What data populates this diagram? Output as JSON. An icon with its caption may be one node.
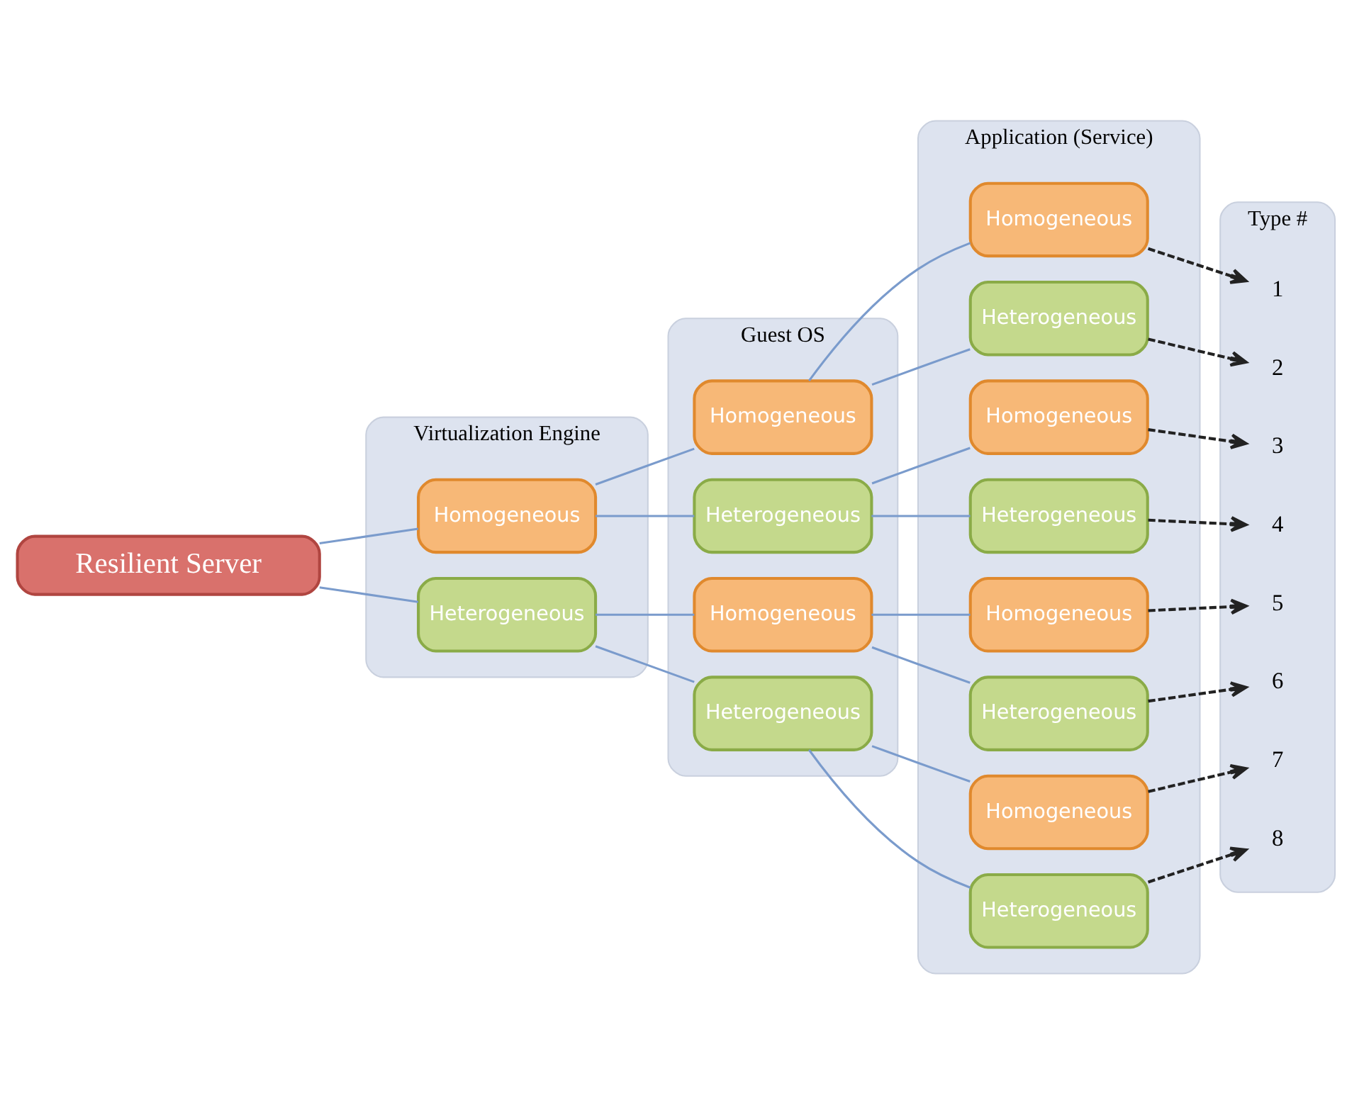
{
  "diagram": {
    "nodes": [
      {
        "text": [
          "Resilient Server"
        ]
      },
      {
        "text": [
          "Virtualization Engine"
        ]
      },
      {
        "text": [
          "Homogeneous"
        ],
        "in": 1
      },
      {
        "text": [
          "Heterogeneous"
        ],
        "in": 1
      },
      {
        "text": [
          "Guest OS"
        ]
      },
      {
        "text": [
          "Homogeneous"
        ],
        "in": 4
      },
      {
        "text": [
          "Heterogeneous"
        ],
        "in": 4
      },
      {
        "text": [
          "Homogeneous"
        ],
        "in": 4
      },
      {
        "text": [
          "Heterogeneous"
        ],
        "in": 4
      },
      {
        "text": [
          "Application (Service)"
        ]
      },
      {
        "text": [
          "Homogeneous"
        ],
        "in": 9
      },
      {
        "text": [
          "Heterogeneous"
        ],
        "in": 9
      },
      {
        "text": [
          "Homogeneous"
        ],
        "in": 9
      },
      {
        "text": [
          "Heterogeneous"
        ],
        "in": 9
      },
      {
        "text": [
          "Homogeneous"
        ],
        "in": 9
      },
      {
        "text": [
          "Heterogeneous"
        ],
        "in": 9
      },
      {
        "text": [
          "Homogeneous"
        ],
        "in": 9
      },
      {
        "text": [
          "Heterogeneous"
        ],
        "in": 9
      },
      {
        "text": [
          "Type #"
        ]
      },
      {
        "text": [
          "1"
        ],
        "in": 18
      },
      {
        "text": [
          "2"
        ],
        "in": 18
      },
      {
        "text": [
          "3"
        ],
        "in": 18
      },
      {
        "text": [
          "4"
        ],
        "in": 18
      },
      {
        "text": [
          "5"
        ],
        "in": 18
      },
      {
        "text": [
          "6"
        ],
        "in": 18
      },
      {
        "text": [
          "7"
        ],
        "in": 18
      },
      {
        "text": [
          "8"
        ],
        "in": 18
      }
    ],
    "edges": [
      {
        "from": 0,
        "to": 2,
        "arrow": "none"
      },
      {
        "from": 0,
        "to": 3,
        "arrow": "none"
      },
      {
        "from": 2,
        "to": 5,
        "arrow": "none"
      },
      {
        "from": 2,
        "to": 6,
        "arrow": "none"
      },
      {
        "from": 3,
        "to": 7,
        "arrow": "none"
      },
      {
        "from": 3,
        "to": 8,
        "arrow": "none"
      },
      {
        "from": 5,
        "to": 10,
        "arrow": "none"
      },
      {
        "from": 5,
        "to": 11,
        "arrow": "none"
      },
      {
        "from": 6,
        "to": 12,
        "arrow": "none"
      },
      {
        "from": 6,
        "to": 13,
        "arrow": "none"
      },
      {
        "from": 7,
        "to": 14,
        "arrow": "none"
      },
      {
        "from": 7,
        "to": 15,
        "arrow": "none"
      },
      {
        "from": 8,
        "to": 16,
        "arrow": "none"
      },
      {
        "from": 8,
        "to": 17,
        "arrow": "none"
      },
      {
        "from": 10,
        "to": 19,
        "arrow": "to",
        "style": "dashed",
        "color": "#222222"
      },
      {
        "from": 11,
        "to": 20,
        "arrow": "to",
        "style": "dashed",
        "color": "#222222"
      },
      {
        "from": 12,
        "to": 21,
        "arrow": "to",
        "style": "dashed",
        "color": "#222222"
      },
      {
        "from": 13,
        "to": 22,
        "arrow": "to",
        "style": "dashed",
        "color": "#222222"
      },
      {
        "from": 14,
        "to": 23,
        "arrow": "to",
        "style": "dashed",
        "color": "#222222"
      },
      {
        "from": 15,
        "to": 24,
        "arrow": "to",
        "style": "dashed",
        "color": "#222222"
      },
      {
        "from": 16,
        "to": 25,
        "arrow": "to",
        "style": "dashed",
        "color": "#222222"
      },
      {
        "from": 17,
        "to": 26,
        "arrow": "to",
        "style": "dashed",
        "color": "#222222"
      }
    ]
  }
}
